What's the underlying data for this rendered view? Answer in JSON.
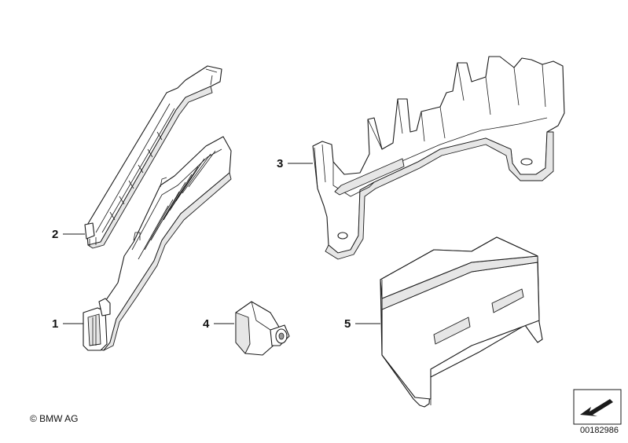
{
  "callouts": [
    {
      "id": "1",
      "label": "1"
    },
    {
      "id": "2",
      "label": "2"
    },
    {
      "id": "3",
      "label": "3"
    },
    {
      "id": "4",
      "label": "4"
    },
    {
      "id": "5",
      "label": "5"
    }
  ],
  "footer": {
    "copyright": "© BMW AG",
    "diagram_number": "00182986"
  },
  "colors": {
    "line": "#1a1a1a",
    "fill": "#ffffff",
    "shade": "#e6e6e6"
  }
}
